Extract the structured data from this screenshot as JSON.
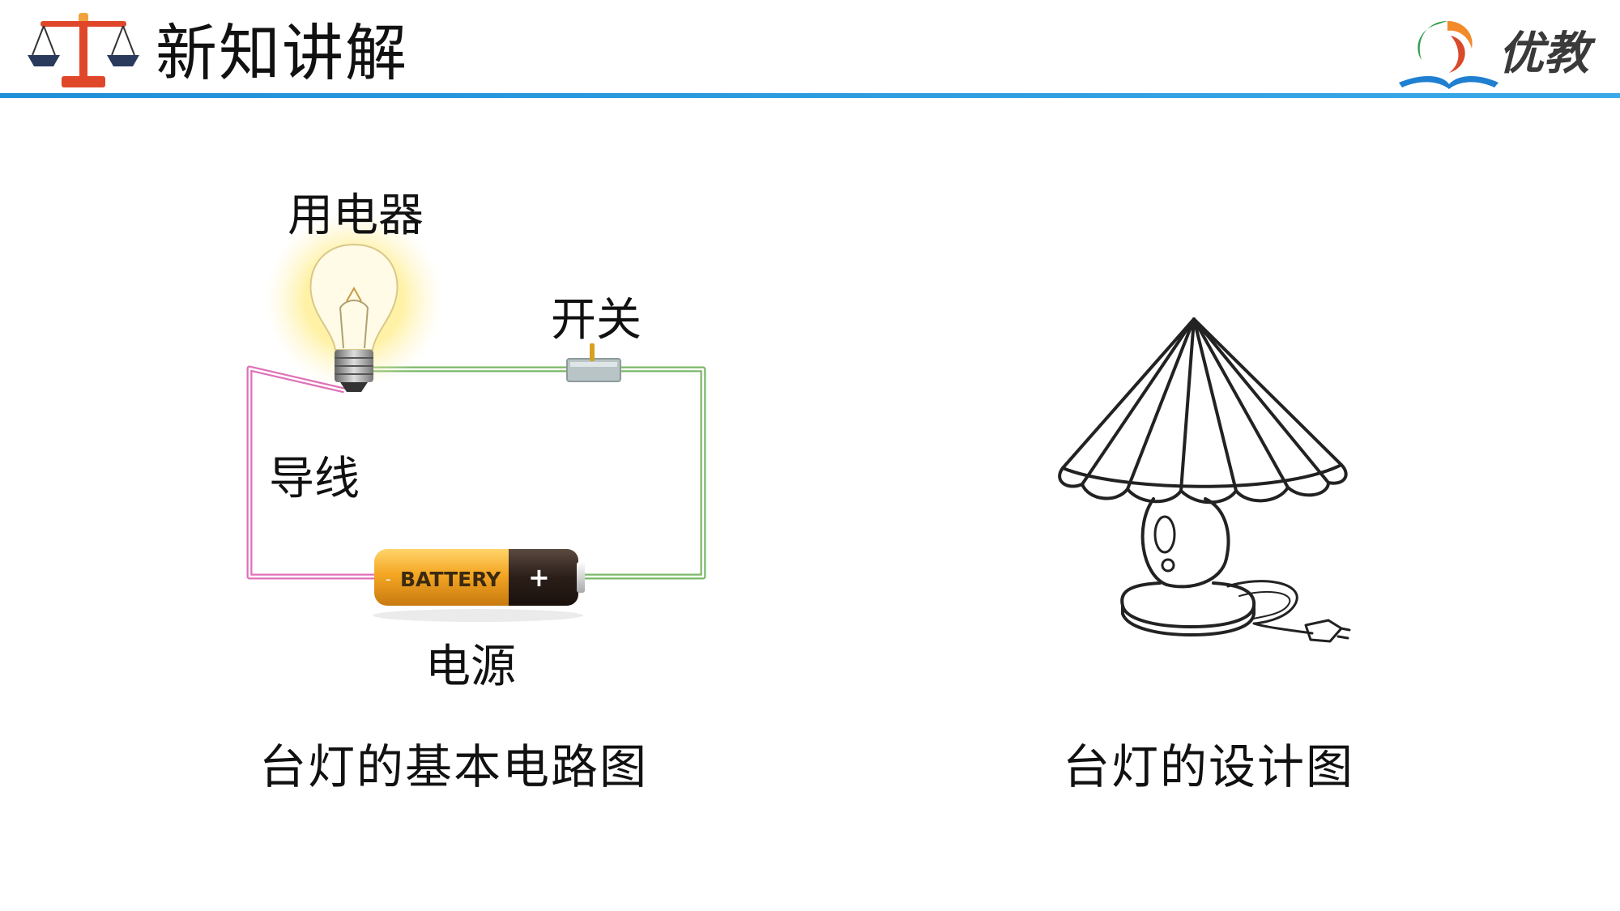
{
  "header": {
    "title": "新知讲解",
    "brand_text": "优教",
    "accent_color": "#2196e3",
    "icons": {
      "left_logo": "balance-scale-icon",
      "brand_logo": "youjiao-logo-icon"
    }
  },
  "circuit": {
    "appliance_label": "用电器",
    "switch_label": "开关",
    "wire_label": "导线",
    "power_label": "电源",
    "battery_text": "BATTERY",
    "battery_plus": "+",
    "battery_minus": "-",
    "caption": "台灯的基本电路图",
    "wire_colors": {
      "left": "#e070b8",
      "right": "#7ab868"
    }
  },
  "lamp": {
    "caption": "台灯的设计图"
  }
}
